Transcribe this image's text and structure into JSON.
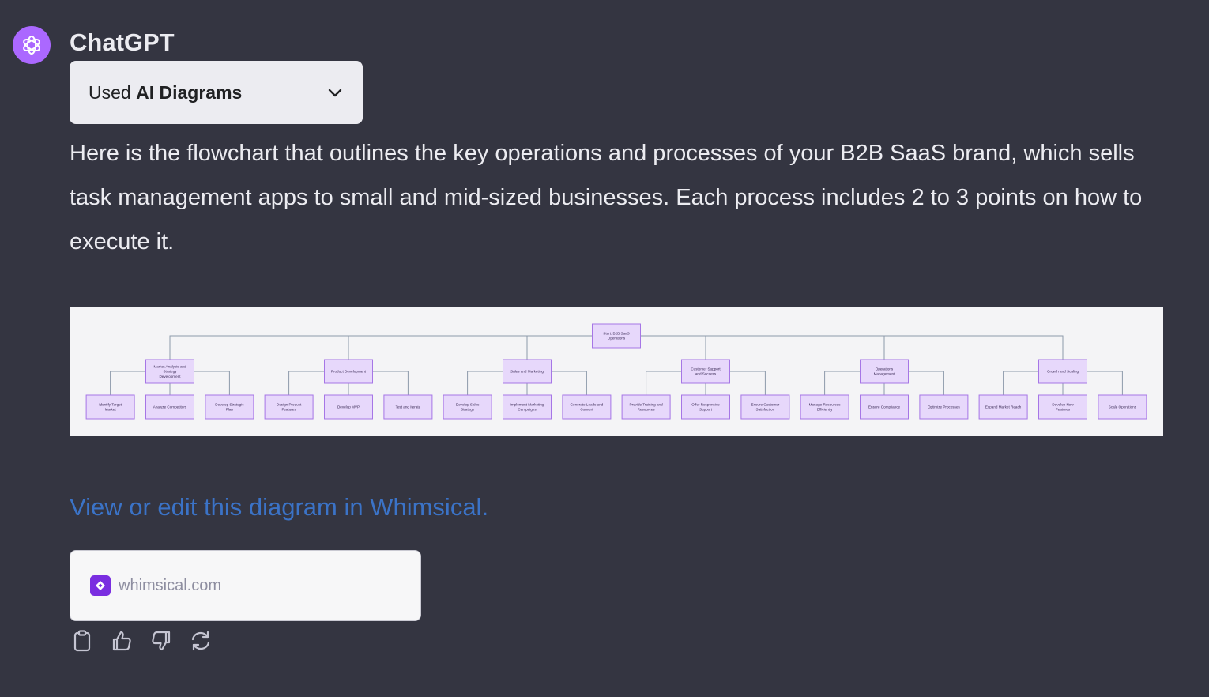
{
  "author": "ChatGPT",
  "plugin": {
    "prefix": "Used ",
    "name": "AI Diagrams"
  },
  "message": "Here is the flowchart that outlines the key operations and processes of your B2B SaaS brand, which sells task management apps to small and mid-sized businesses. Each process includes 2 to 3 points on how to execute it.",
  "diagram": {
    "root": [
      "Start: B2B SaaS",
      "Operations"
    ],
    "branches": [
      {
        "label": [
          "Market Analysis and",
          "Strategy",
          "Development"
        ],
        "children": [
          [
            "Identify Target",
            "Market"
          ],
          [
            "Analyze Competitors"
          ],
          [
            "Develop Strategic",
            "Plan"
          ]
        ]
      },
      {
        "label": [
          "Product Development"
        ],
        "children": [
          [
            "Design Product",
            "Features"
          ],
          [
            "Develop MVP"
          ],
          [
            "Test and Iterate"
          ]
        ]
      },
      {
        "label": [
          "Sales and Marketing"
        ],
        "children": [
          [
            "Develop Sales",
            "Strategy"
          ],
          [
            "Implement Marketing",
            "Campaigns"
          ],
          [
            "Generate Leads and",
            "Convert"
          ]
        ]
      },
      {
        "label": [
          "Customer Support",
          "and Success"
        ],
        "children": [
          [
            "Provide Training and",
            "Resources"
          ],
          [
            "Offer Responsive",
            "Support"
          ],
          [
            "Ensure Customer",
            "Satisfaction"
          ]
        ]
      },
      {
        "label": [
          "Operations",
          "Management"
        ],
        "children": [
          [
            "Manage Resources",
            "Efficiently"
          ],
          [
            "Ensure Compliance"
          ],
          [
            "Optimize Processes"
          ]
        ]
      },
      {
        "label": [
          "Growth and Scaling"
        ],
        "children": [
          [
            "Expand Market Reach"
          ],
          [
            "Develop New",
            "Features"
          ],
          [
            "Scale Operations"
          ]
        ]
      }
    ]
  },
  "link_text": "View or edit this diagram in Whimsical.",
  "card": {
    "domain": "whimsical.com"
  },
  "actions": {
    "copy": "clipboard-icon",
    "like": "thumbs-up-icon",
    "dislike": "thumbs-down-icon",
    "regenerate": "refresh-icon"
  },
  "colors": {
    "background": "#343541",
    "avatar": "#ab68ff",
    "link": "#3b73c7",
    "node_fill": "#e7d8fb",
    "node_stroke": "#a676e6"
  }
}
